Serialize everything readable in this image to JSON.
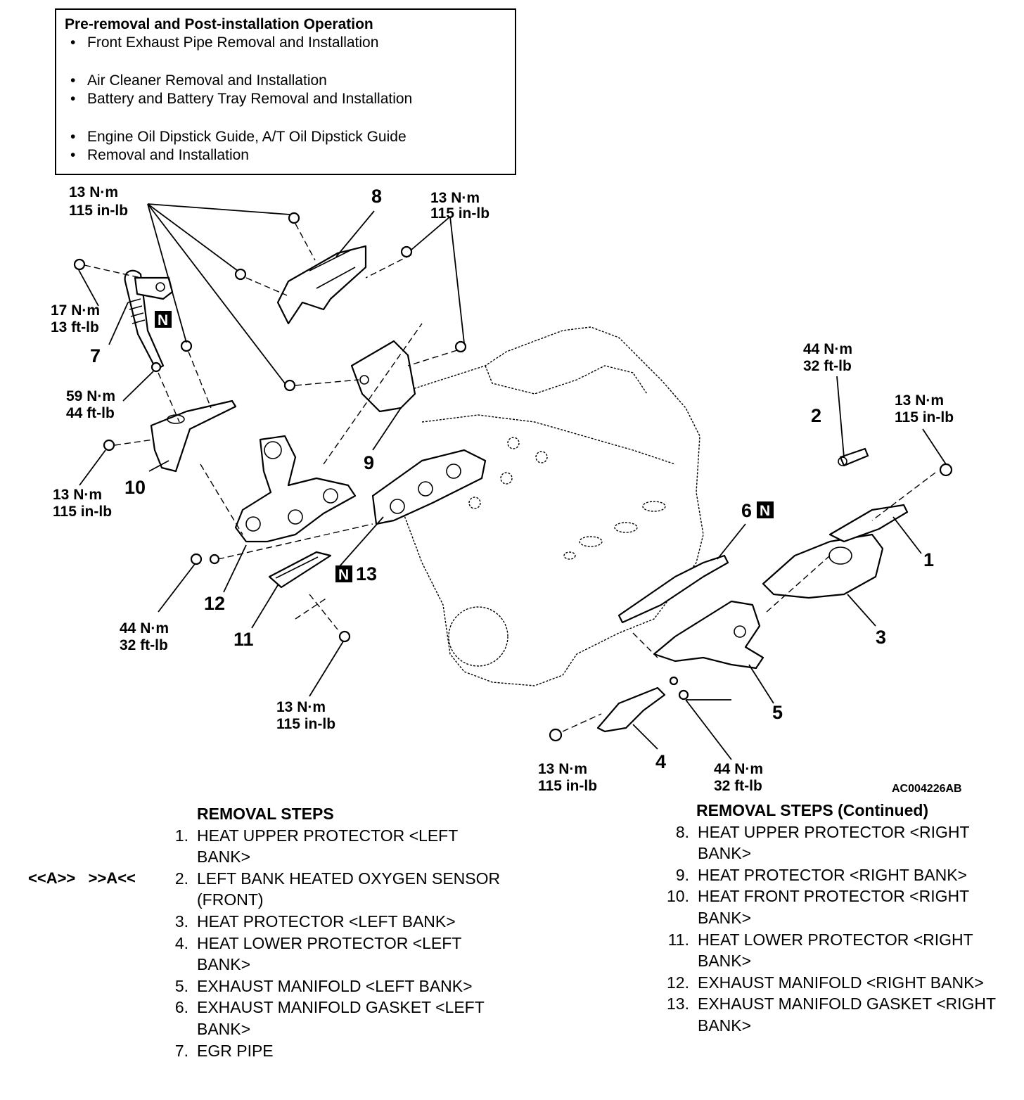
{
  "pre_op": {
    "title": "Pre-removal and Post-installation Operation",
    "items": [
      "Front Exhaust Pipe Removal and Installation",
      "Air Cleaner Removal and Installation",
      "Battery and Battery Tray Removal and Installation",
      "Engine Oil Dipstick Guide, A/T Oil Dipstick Guide",
      "Removal and Installation"
    ]
  },
  "torque": {
    "t13_nm": "13 N·m",
    "t13_inlb": "115 in-lb",
    "t17_nm": "17 N·m",
    "t17_ftlb": "13 ft-lb",
    "t59_nm": "59 N·m",
    "t59_ftlb": "44 ft-lb",
    "t44_nm": "44 N·m",
    "t44_ftlb": "32 ft-lb"
  },
  "callouts": [
    "1",
    "2",
    "3",
    "4",
    "5",
    "6",
    "7",
    "8",
    "9",
    "10",
    "11",
    "12",
    "13"
  ],
  "new_part_badge": "N",
  "figure_id": "AC004226AB",
  "removal_steps": {
    "title": "REMOVAL STEPS",
    "marker": "<<A>>   >>A<<",
    "steps": [
      {
        "num": "1.",
        "text": "HEAT UPPER PROTECTOR <LEFT BANK>"
      },
      {
        "num": "2.",
        "text": "LEFT BANK HEATED OXYGEN SENSOR (FRONT)"
      },
      {
        "num": "3.",
        "text": "HEAT PROTECTOR <LEFT BANK>"
      },
      {
        "num": "4.",
        "text": "HEAT LOWER PROTECTOR <LEFT BANK>"
      },
      {
        "num": "5.",
        "text": "EXHAUST MANIFOLD <LEFT BANK>"
      },
      {
        "num": "6.",
        "text": "EXHAUST MANIFOLD GASKET <LEFT BANK>"
      },
      {
        "num": "7.",
        "text": "EGR PIPE"
      }
    ]
  },
  "removal_steps_continued": {
    "title": "REMOVAL STEPS (Continued)",
    "steps": [
      {
        "num": "8.",
        "text": "HEAT UPPER PROTECTOR <RIGHT BANK>"
      },
      {
        "num": "9.",
        "text": "HEAT PROTECTOR <RIGHT BANK>"
      },
      {
        "num": "10.",
        "text": "HEAT FRONT PROTECTOR <RIGHT BANK>"
      },
      {
        "num": "11.",
        "text": "HEAT LOWER PROTECTOR <RIGHT BANK>"
      },
      {
        "num": "12.",
        "text": "EXHAUST MANIFOLD <RIGHT BANK>"
      },
      {
        "num": "13.",
        "text": "EXHAUST MANIFOLD GASKET <RIGHT BANK>"
      }
    ]
  }
}
